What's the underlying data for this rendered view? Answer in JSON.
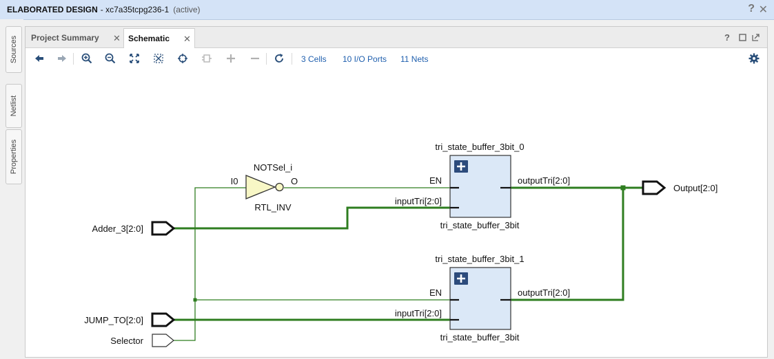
{
  "window": {
    "title": "ELABORATED DESIGN",
    "part": "- xc7a35tcpg236-1",
    "status": "(active)",
    "help_glyph": "?",
    "close_glyph": "✕"
  },
  "side_tabs": [
    "Sources",
    "Netlist",
    "Properties"
  ],
  "tabs": [
    {
      "label": "Project Summary",
      "active": false
    },
    {
      "label": "Schematic",
      "active": true
    }
  ],
  "tab_close_glyph": "✕",
  "toolbar": {
    "icons": [
      "back-icon",
      "forward-icon",
      "zoom-in-icon",
      "zoom-out-icon",
      "zoom-fit-icon",
      "zoom-area-icon",
      "select-icon",
      "regenerate-icon",
      "expand-icon",
      "collapse-icon",
      "refresh-icon"
    ],
    "cells": "3 Cells",
    "io_ports": "10 I/O Ports",
    "nets": "11 Nets"
  },
  "schematic": {
    "net_color": "#2e7d1f",
    "cell_fill": "#dbe8f7",
    "inverter": {
      "instance": "NOTSel_i",
      "type": "RTL_INV",
      "input_pin": "I0",
      "output_pin": "O"
    },
    "buffers": [
      {
        "instance": "tri_state_buffer_3bit_0",
        "type": "tri_state_buffer_3bit",
        "en_pin": "EN",
        "in_pin": "inputTri[2:0]",
        "out_pin": "outputTri[2:0]"
      },
      {
        "instance": "tri_state_buffer_3bit_1",
        "type": "tri_state_buffer_3bit",
        "en_pin": "EN",
        "in_pin": "inputTri[2:0]",
        "out_pin": "outputTri[2:0]"
      }
    ],
    "ports": {
      "adder": "Adder_3[2:0]",
      "jump": "JUMP_TO[2:0]",
      "selector": "Selector",
      "output": "Output[2:0]"
    }
  }
}
